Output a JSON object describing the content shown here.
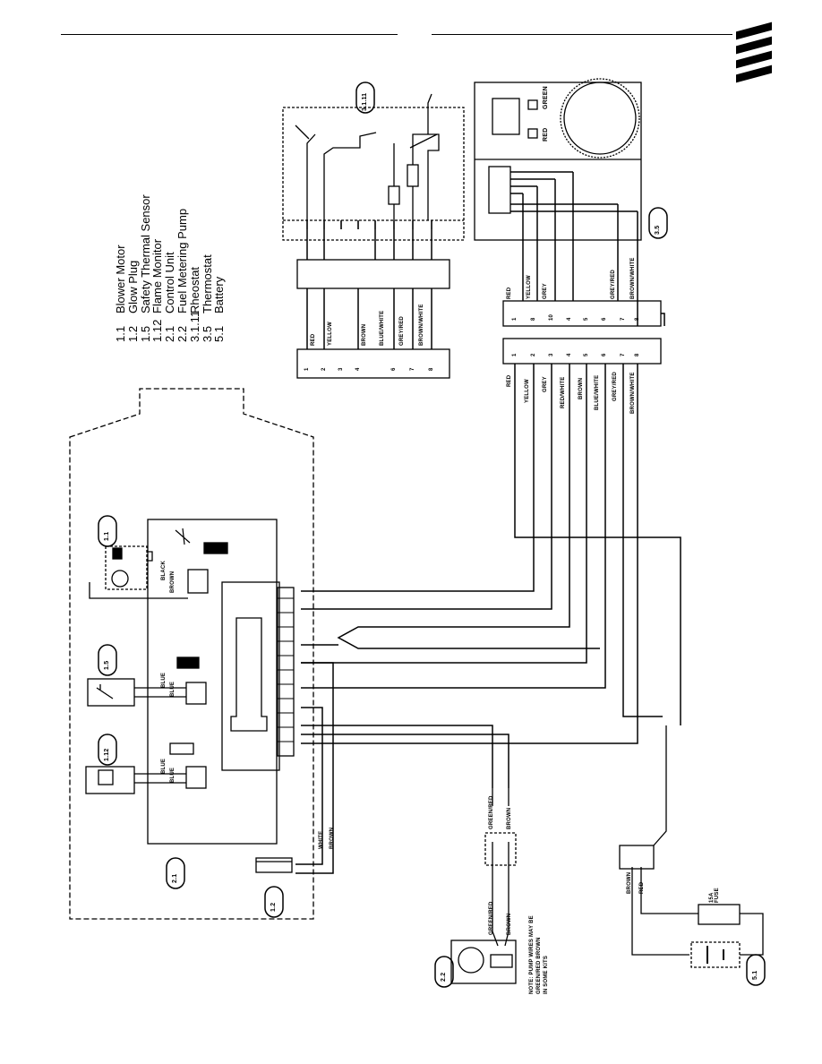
{
  "legend": [
    {
      "code": "1.1",
      "name": "Blower Motor"
    },
    {
      "code": "1.2",
      "name": "Glow Plug"
    },
    {
      "code": "1.5",
      "name": "Safety Thermal Sensor"
    },
    {
      "code": "1.12",
      "name": "Flame Monitor"
    },
    {
      "code": "2.1",
      "name": "Control Unit"
    },
    {
      "code": "2.2",
      "name": "Fuel Metering Pump"
    },
    {
      "code": "3.1.11",
      "name": "Rheostat"
    },
    {
      "code": "3.5",
      "name": "Thermostat"
    },
    {
      "code": "5.1",
      "name": "Battery"
    }
  ],
  "component_tags": {
    "rheostat": "3.1.11",
    "thermostat": "3.5",
    "blower": "1.1",
    "thermal_sensor": "1.5",
    "flame_monitor": "1.12",
    "control_unit": "2.1",
    "glow_plug": "1.2",
    "pump": "2.2",
    "battery": "5.1"
  },
  "thermostat_labels": {
    "green": "GREEN",
    "red": "RED"
  },
  "wire_colors_top_left": [
    "RED",
    "YELLOW",
    "BROWN",
    "BLUE/WHITE",
    "GREY/RED",
    "BROWN/WHITE"
  ],
  "wire_colors_top_right": [
    "RED",
    "YELLOW",
    "GREY",
    "GREY/RED",
    "BROWN/WHITE"
  ],
  "wire_colors_harness": [
    "RED",
    "YELLOW",
    "GREY",
    "RED/WHITE",
    "BROWN",
    "BLUE/WHITE",
    "GREY/RED",
    "BROWN/WHITE"
  ],
  "left_connector_pins": [
    "1",
    "2",
    "3",
    "4",
    "6",
    "7",
    "8"
  ],
  "right_connector_pins": [
    "1",
    "8",
    "10",
    "4",
    "5",
    "6",
    "7",
    "8"
  ],
  "harness_pins": [
    "1",
    "2",
    "3",
    "4",
    "5",
    "6",
    "7",
    "8"
  ],
  "blower_wires": {
    "a": "BLACK",
    "b": "BROWN"
  },
  "sensor_wires": [
    "BLUE",
    "BLUE"
  ],
  "flame_wires": [
    "BLUE",
    "BLUE"
  ],
  "glow_wires": [
    "WHITE",
    "BROWN"
  ],
  "pump_wires_upper": [
    "GREEN/RED",
    "BROWN"
  ],
  "pump_wires_lower": [
    "GREEN/RED",
    "BROWN"
  ],
  "battery_wires": [
    "BROWN",
    "RED"
  ],
  "fuse_label": "15A\nFUSE",
  "pump_note": "NOTE: PUMP WIRES MAY BE\nGREEN/RED BROWN\nIN SOME KITS",
  "colors": {
    "ink": "#000000",
    "paper": "#ffffff"
  }
}
